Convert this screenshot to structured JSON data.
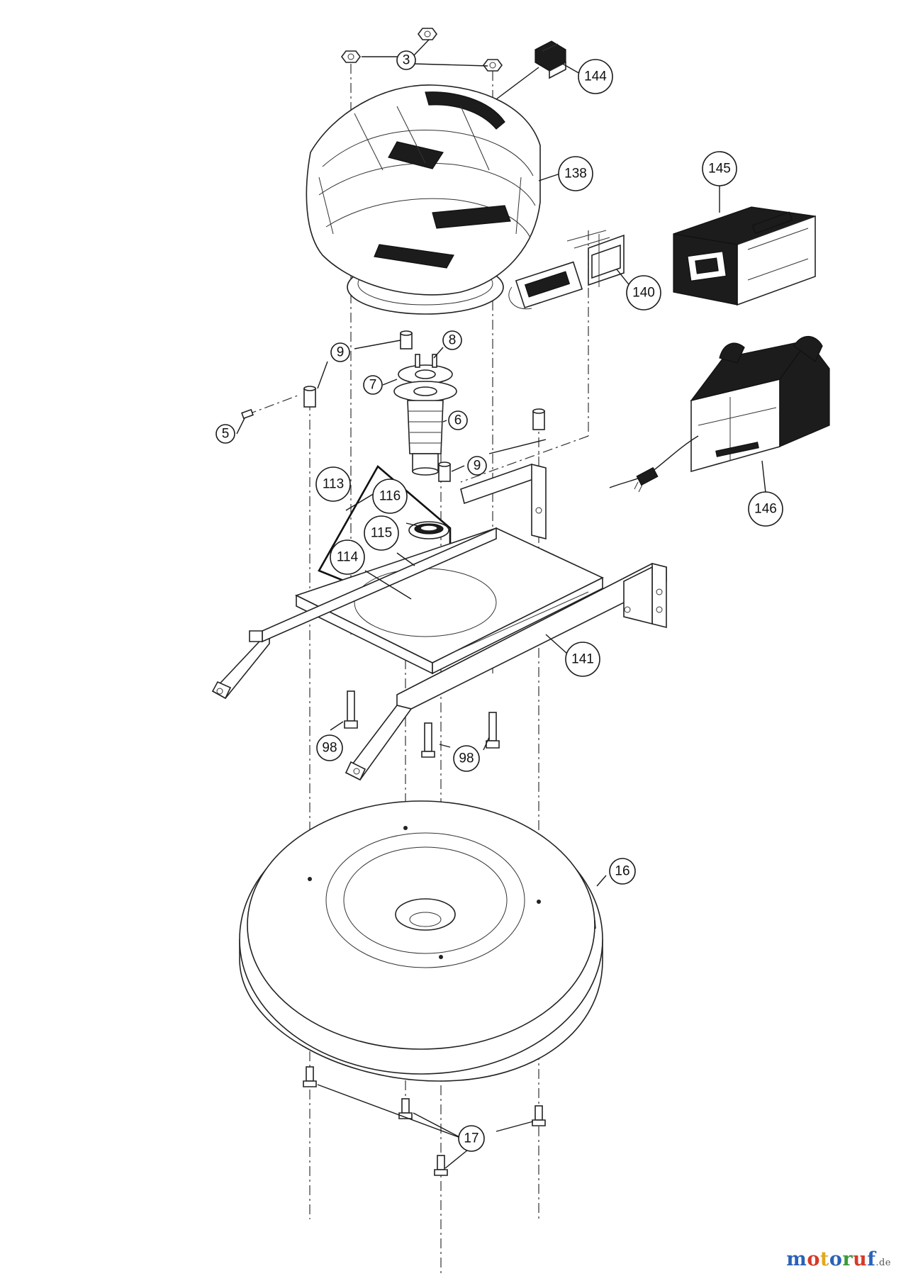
{
  "callouts": [
    {
      "id": "c3",
      "label": "3"
    },
    {
      "id": "c144",
      "label": "144"
    },
    {
      "id": "c138",
      "label": "138"
    },
    {
      "id": "c145",
      "label": "145"
    },
    {
      "id": "c140",
      "label": "140"
    },
    {
      "id": "c8",
      "label": "8"
    },
    {
      "id": "c9a",
      "label": "9"
    },
    {
      "id": "c7",
      "label": "7"
    },
    {
      "id": "c6",
      "label": "6"
    },
    {
      "id": "c5",
      "label": "5"
    },
    {
      "id": "c9b",
      "label": "9"
    },
    {
      "id": "c146",
      "label": "146"
    },
    {
      "id": "c113",
      "label": "113"
    },
    {
      "id": "c116",
      "label": "116"
    },
    {
      "id": "c115",
      "label": "115"
    },
    {
      "id": "c114",
      "label": "114"
    },
    {
      "id": "c141",
      "label": "141"
    },
    {
      "id": "c98a",
      "label": "98"
    },
    {
      "id": "c98b",
      "label": "98"
    },
    {
      "id": "c16",
      "label": "16"
    },
    {
      "id": "c17",
      "label": "17"
    }
  ],
  "watermark": {
    "letters": [
      {
        "ch": "m",
        "color": "#2a62b8"
      },
      {
        "ch": "o",
        "color": "#d43a2a"
      },
      {
        "ch": "t",
        "color": "#e0a81c"
      },
      {
        "ch": "o",
        "color": "#2a62b8"
      },
      {
        "ch": "r",
        "color": "#3a9a3a"
      },
      {
        "ch": "u",
        "color": "#d43a2a"
      },
      {
        "ch": "f",
        "color": "#2a62b8"
      }
    ],
    "suffix": ".de"
  }
}
